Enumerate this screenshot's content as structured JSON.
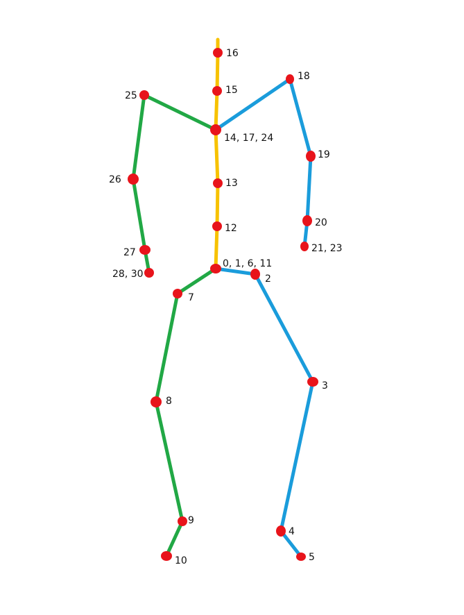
{
  "colors": {
    "spine": "#F7C200",
    "left_side": "#21A845",
    "right_side": "#1A9CDB",
    "joint": "#E8141B",
    "background": "#FFFFFF"
  },
  "joints": [
    {
      "id": "j-spine-top",
      "label": ""
    },
    {
      "id": "j16",
      "label": "16"
    },
    {
      "id": "j15",
      "label": "15"
    },
    {
      "id": "j14",
      "label": "14, 17, 24"
    },
    {
      "id": "j13",
      "label": "13"
    },
    {
      "id": "j12",
      "label": "12"
    },
    {
      "id": "j0",
      "label": "0, 1, 6, 11"
    },
    {
      "id": "j18",
      "label": "18"
    },
    {
      "id": "j19",
      "label": "19"
    },
    {
      "id": "j20",
      "label": "20"
    },
    {
      "id": "j21",
      "label": "21, 23"
    },
    {
      "id": "j25",
      "label": "25"
    },
    {
      "id": "j26",
      "label": "26"
    },
    {
      "id": "j27",
      "label": "27"
    },
    {
      "id": "j28",
      "label": "28, 30"
    },
    {
      "id": "j2",
      "label": "2"
    },
    {
      "id": "j3",
      "label": "3"
    },
    {
      "id": "j4",
      "label": "4"
    },
    {
      "id": "j5",
      "label": "5"
    },
    {
      "id": "j7",
      "label": "7"
    },
    {
      "id": "j8",
      "label": "8"
    },
    {
      "id": "j9",
      "label": "9"
    },
    {
      "id": "j10",
      "label": "10"
    }
  ],
  "bones": [
    {
      "from": "j-spine-top",
      "to": "j16",
      "color": "spine"
    },
    {
      "from": "j16",
      "to": "j15",
      "color": "spine"
    },
    {
      "from": "j15",
      "to": "j14",
      "color": "spine"
    },
    {
      "from": "j14",
      "to": "j13",
      "color": "spine"
    },
    {
      "from": "j13",
      "to": "j12",
      "color": "spine"
    },
    {
      "from": "j12",
      "to": "j0",
      "color": "spine"
    },
    {
      "from": "j14",
      "to": "j18",
      "color": "right_side"
    },
    {
      "from": "j18",
      "to": "j19",
      "color": "right_side"
    },
    {
      "from": "j19",
      "to": "j20",
      "color": "right_side"
    },
    {
      "from": "j20",
      "to": "j21",
      "color": "right_side"
    },
    {
      "from": "j14",
      "to": "j25",
      "color": "left_side"
    },
    {
      "from": "j25",
      "to": "j26",
      "color": "left_side"
    },
    {
      "from": "j26",
      "to": "j27",
      "color": "left_side"
    },
    {
      "from": "j27",
      "to": "j28",
      "color": "left_side"
    },
    {
      "from": "j0",
      "to": "j2",
      "color": "right_side"
    },
    {
      "from": "j2",
      "to": "j3",
      "color": "right_side"
    },
    {
      "from": "j3",
      "to": "j4",
      "color": "right_side"
    },
    {
      "from": "j4",
      "to": "j5",
      "color": "right_side"
    },
    {
      "from": "j0",
      "to": "j7",
      "color": "left_side"
    },
    {
      "from": "j7",
      "to": "j8",
      "color": "left_side"
    },
    {
      "from": "j8",
      "to": "j9",
      "color": "left_side"
    },
    {
      "from": "j9",
      "to": "j10",
      "color": "left_side"
    }
  ]
}
